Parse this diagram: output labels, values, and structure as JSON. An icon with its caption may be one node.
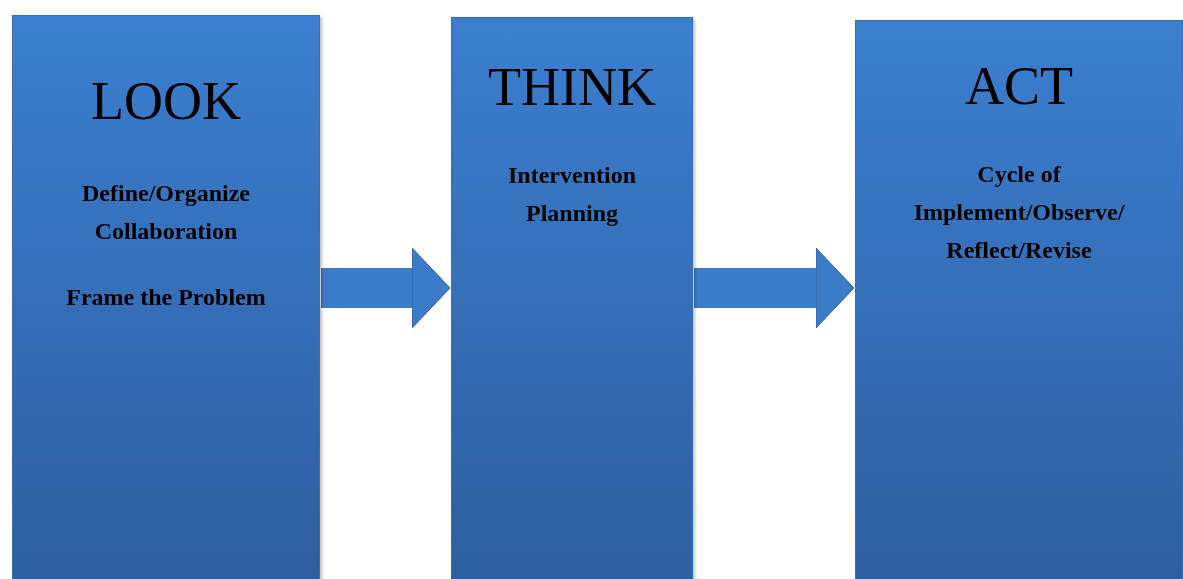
{
  "diagram": {
    "nodes": [
      {
        "text": [
          "LOOK",
          "Define/Organize Collaboration",
          "Frame the Problem"
        ]
      },
      {
        "text": [
          "THINK",
          "Intervention Planning"
        ]
      },
      {
        "text": [
          "ACT",
          "Cycle of Implement/Observe/ Reflect/Revise"
        ]
      }
    ],
    "edges": [
      {
        "from": 0,
        "to": 1,
        "arrow": "to"
      },
      {
        "from": 1,
        "to": 2,
        "arrow": "to"
      }
    ]
  }
}
